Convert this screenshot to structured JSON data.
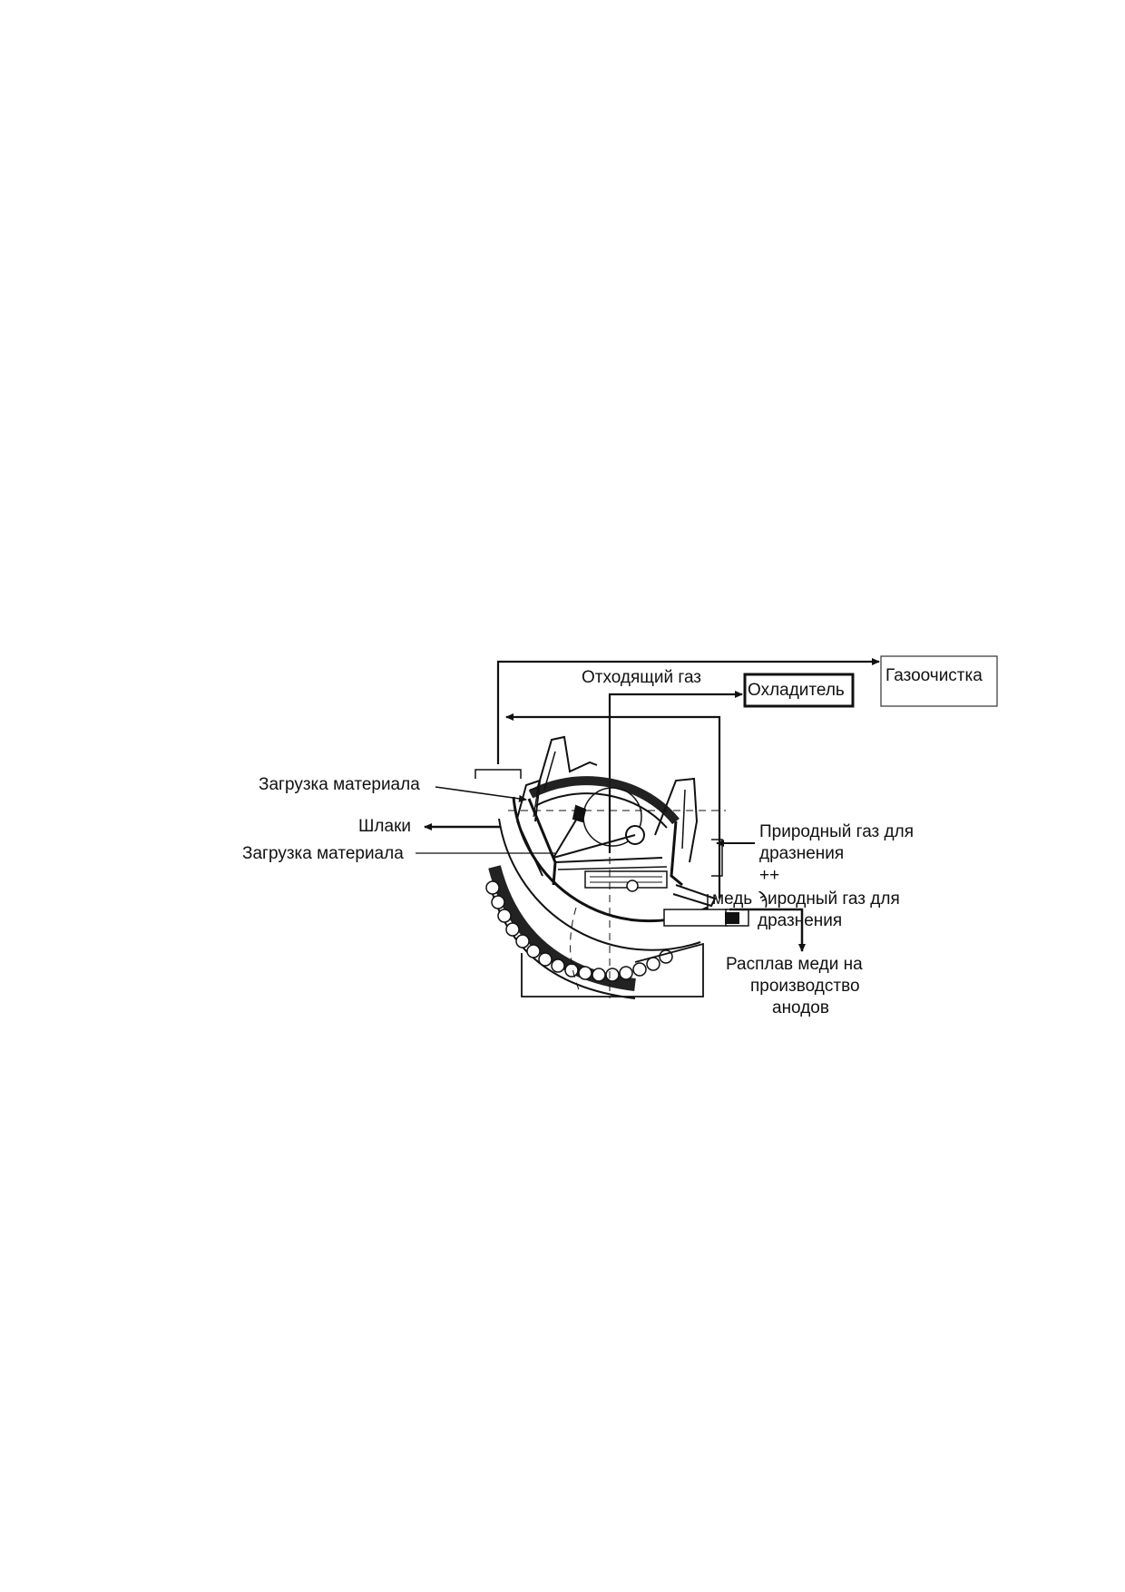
{
  "figure": {
    "labels": {
      "offgas": "Отходящий газ",
      "cooler": "Охладитель",
      "gas_cleaning": "Газоочистка",
      "material_charge_top": "Загрузка материала",
      "slag": "Шлаки",
      "material_charge_bottom": "Загрузка материала",
      "natural_gas_1_line1": "Природный газ для",
      "natural_gas_1_line2": "дразнения",
      "plus_marks": "++",
      "copper": "медь",
      "natural_gas_2_line1": "ϡиродный газ для",
      "natural_gas_2_line2": "дразнения",
      "copper_melt_line1": "Расплав меди на",
      "copper_melt_line2": "производство",
      "copper_melt_line3": "анодов"
    }
  }
}
